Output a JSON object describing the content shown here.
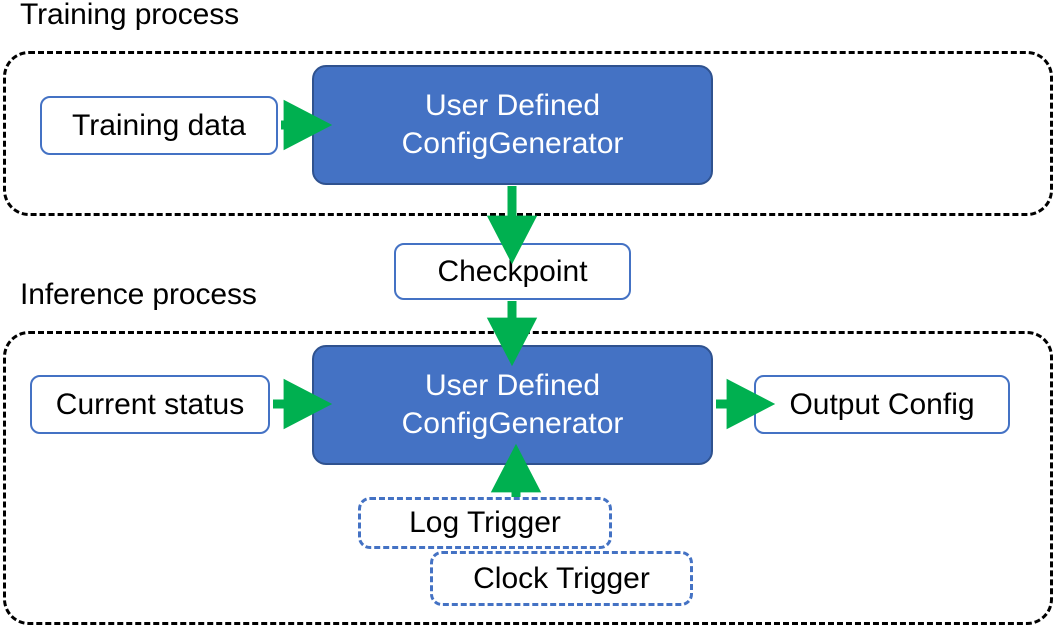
{
  "diagram": {
    "title_training": "Training process",
    "title_inference": "Inference process",
    "colors": {
      "process_fill": "#4472C4",
      "process_stroke": "#2F528F",
      "node_stroke": "#4472C4",
      "arrow": "#00B050",
      "section_stroke": "#000000",
      "text_dark": "#000000",
      "text_light": "#FFFFFF"
    }
  },
  "training": {
    "caption": "Training process",
    "input_node": "Training data",
    "process_line1": "User Defined",
    "process_line2": "ConfigGenerator"
  },
  "checkpoint": {
    "label": "Checkpoint"
  },
  "inference": {
    "caption": "Inference process",
    "input_node": "Current status",
    "process_line1": "User Defined",
    "process_line2": "ConfigGenerator",
    "output_node": "Output Config",
    "triggers": [
      {
        "label": "Log Trigger"
      },
      {
        "label": "Clock Trigger"
      }
    ]
  },
  "edges": [
    {
      "from": "Training data",
      "to": "User Defined ConfigGenerator (training)",
      "direction": "right"
    },
    {
      "from": "User Defined ConfigGenerator (training)",
      "to": "Checkpoint",
      "direction": "down"
    },
    {
      "from": "Checkpoint",
      "to": "User Defined ConfigGenerator (inference)",
      "direction": "down"
    },
    {
      "from": "Current status",
      "to": "User Defined ConfigGenerator (inference)",
      "direction": "right"
    },
    {
      "from": "User Defined ConfigGenerator (inference)",
      "to": "Output Config",
      "direction": "right"
    },
    {
      "from": "Log Trigger / Clock Trigger",
      "to": "User Defined ConfigGenerator (inference)",
      "direction": "up"
    }
  ]
}
